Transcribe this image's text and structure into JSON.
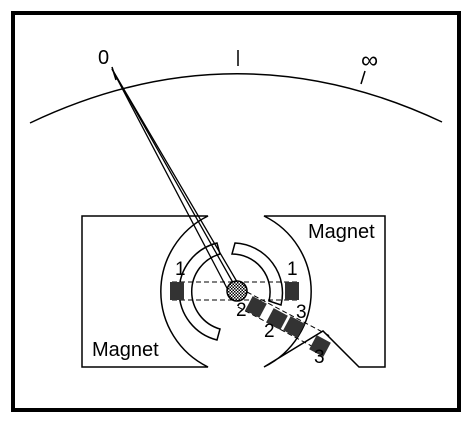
{
  "scale": {
    "zero_label": "0",
    "infinity_label": "∞"
  },
  "magnets": {
    "left_label": "Magnet",
    "right_label": "Magnet"
  },
  "coil_positions": {
    "left_1": "1",
    "right_1": "1",
    "left_2": "2",
    "right_2": "2",
    "right_3_upper": "3",
    "right_3_lower": "3"
  },
  "colors": {
    "stroke": "#000000",
    "fill_dark": "#333333",
    "background": "#ffffff"
  }
}
